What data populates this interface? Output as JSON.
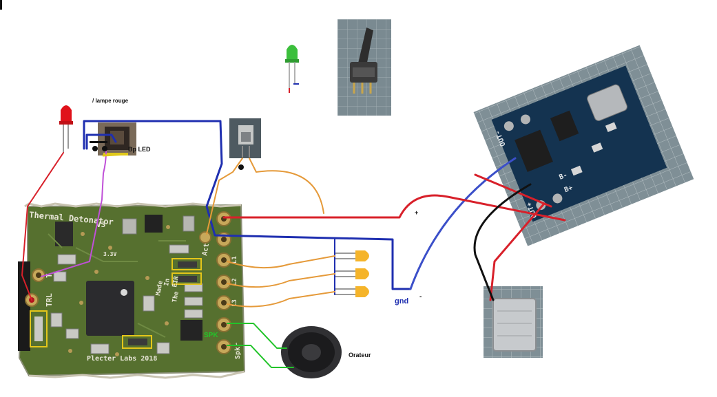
{
  "labels": {
    "lampe_rouge": "/ lampe rouge",
    "led_hint": "Bp LED",
    "plus": "+",
    "gnd": "gnd",
    "minus": "-",
    "orateur": "Orateur",
    "spk": "SPK"
  },
  "pcb": {
    "title": "Thermal Detonator",
    "version": "V3",
    "rail": "3.3V",
    "pin_act": "Act",
    "pin_trl": "TRL",
    "pin_t": "T",
    "pin_spkr": "Spkr",
    "side_text_1": "Made",
    "side_text_2": "In",
    "side_text_3": "The",
    "side_text_4": "EIR",
    "pin_l1": "L1",
    "pin_l2": "L2",
    "pin_l3": "L3",
    "maker": "Plecter Labs 2018"
  },
  "charger": {
    "out_minus": "OUT-",
    "b_minus": "B-",
    "b_plus": "B+",
    "out_plus": "OUT+"
  },
  "colors": {
    "red_wire": "#d8202a",
    "blue_wire": "#1f2fb0",
    "orange_wire": "#e59a3a",
    "green_wire": "#22c42a",
    "magenta_wire": "#c050d8",
    "black_wire": "#111111",
    "pcb_green": "#4f6a2f",
    "charger_blue": "#15344f"
  }
}
